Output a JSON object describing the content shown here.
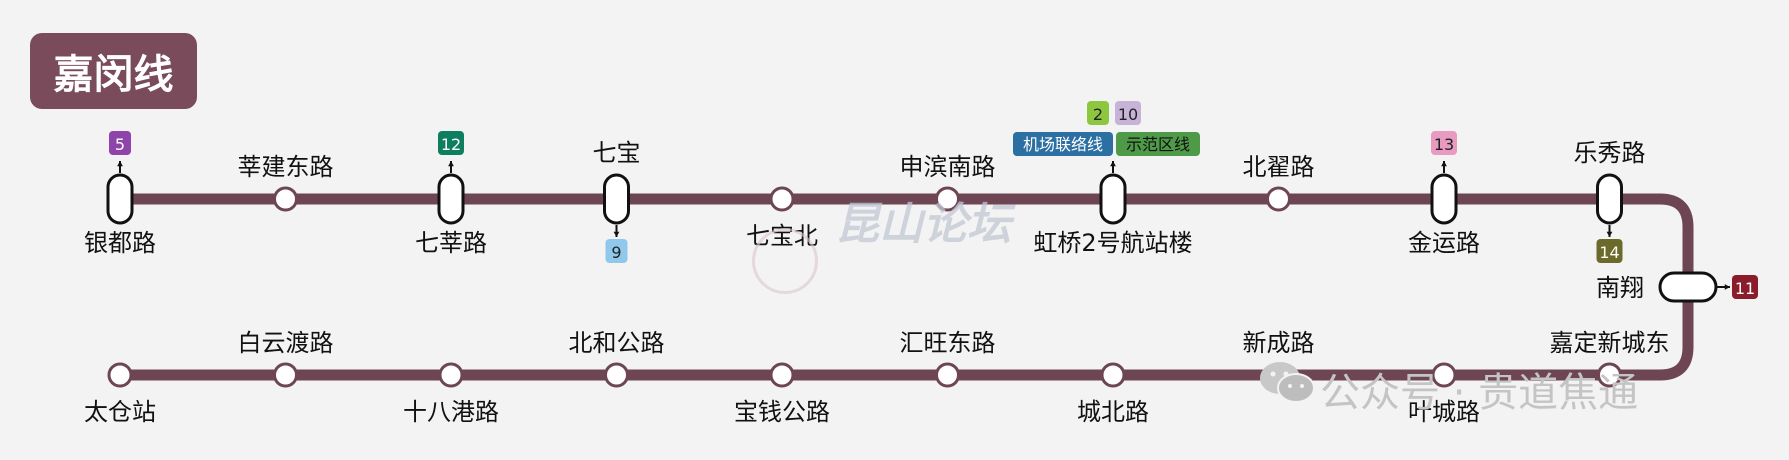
{
  "title": "嘉闵线",
  "colors": {
    "line": "#6d4553",
    "title_bg": "#7a4b5a",
    "background": "#f3f3f3",
    "station_fill": "#ffffff",
    "interchange_stroke": "#111111"
  },
  "top_row": [
    {
      "name": "银都路",
      "label_pos": "below",
      "interchange": true,
      "transfer_dir": "up",
      "transfers": [
        {
          "line": "5",
          "color": "#8e44a8",
          "text_color": "#ffffff"
        }
      ]
    },
    {
      "name": "莘建东路",
      "label_pos": "above",
      "interchange": false
    },
    {
      "name": "七莘路",
      "label_pos": "below",
      "interchange": true,
      "transfer_dir": "up",
      "transfers": [
        {
          "line": "12",
          "color": "#0d7f5e",
          "text_color": "#ffffff"
        }
      ]
    },
    {
      "name": "七宝",
      "label_pos": "above",
      "interchange": true,
      "transfer_dir": "down",
      "transfers": [
        {
          "line": "9",
          "color": "#8fc8ea",
          "text_color": "#222222"
        }
      ]
    },
    {
      "name": "七宝北",
      "label_pos": "below",
      "interchange": false
    },
    {
      "name": "申滨南路",
      "label_pos": "above",
      "interchange": false
    },
    {
      "name": "虹桥2号航站楼",
      "label_pos": "below",
      "interchange": true,
      "transfer_dir": "up",
      "transfers": [
        {
          "line": "2",
          "color": "#8dc63f",
          "text_color": "#222222"
        },
        {
          "line": "10",
          "color": "#c7b3d8",
          "text_color": "#222222"
        }
      ],
      "extra_lines": [
        {
          "name": "机场联络线",
          "color": "#2b6fa3",
          "text_color": "#ffffff"
        },
        {
          "name": "示范区线",
          "color": "#4e9a48",
          "text_color": "#111111"
        }
      ]
    },
    {
      "name": "北翟路",
      "label_pos": "above",
      "interchange": false
    },
    {
      "name": "金运路",
      "label_pos": "below",
      "interchange": true,
      "transfer_dir": "up",
      "transfers": [
        {
          "line": "13",
          "color": "#e89ac0",
          "text_color": "#222222"
        }
      ]
    },
    {
      "name": "乐秀路",
      "label_pos": "above",
      "interchange": true,
      "transfer_dir": "down",
      "transfers": [
        {
          "line": "14",
          "color": "#6b6a2a",
          "text_color": "#ffffff"
        }
      ]
    }
  ],
  "turn_station": {
    "name": "南翔",
    "interchange": true,
    "transfer_dir": "right",
    "transfers": [
      {
        "line": "11",
        "color": "#8b1c2b",
        "text_color": "#ffffff"
      }
    ]
  },
  "bottom_row": [
    {
      "name": "太仓站",
      "label_pos": "below",
      "interchange": false
    },
    {
      "name": "白云渡路",
      "label_pos": "above",
      "interchange": false
    },
    {
      "name": "十八港路",
      "label_pos": "below",
      "interchange": false
    },
    {
      "name": "北和公路",
      "label_pos": "above",
      "interchange": false
    },
    {
      "name": "宝钱公路",
      "label_pos": "below",
      "interchange": false
    },
    {
      "name": "汇旺东路",
      "label_pos": "above",
      "interchange": false
    },
    {
      "name": "城北路",
      "label_pos": "below",
      "interchange": false
    },
    {
      "name": "新成路",
      "label_pos": "above",
      "interchange": false
    },
    {
      "name": "叶城路",
      "label_pos": "below",
      "interchange": false
    },
    {
      "name": "嘉定新城东",
      "label_pos": "above",
      "interchange": false
    }
  ],
  "watermarks": {
    "forum": "昆山论坛",
    "account": "公众号 · 贵道焦通"
  }
}
